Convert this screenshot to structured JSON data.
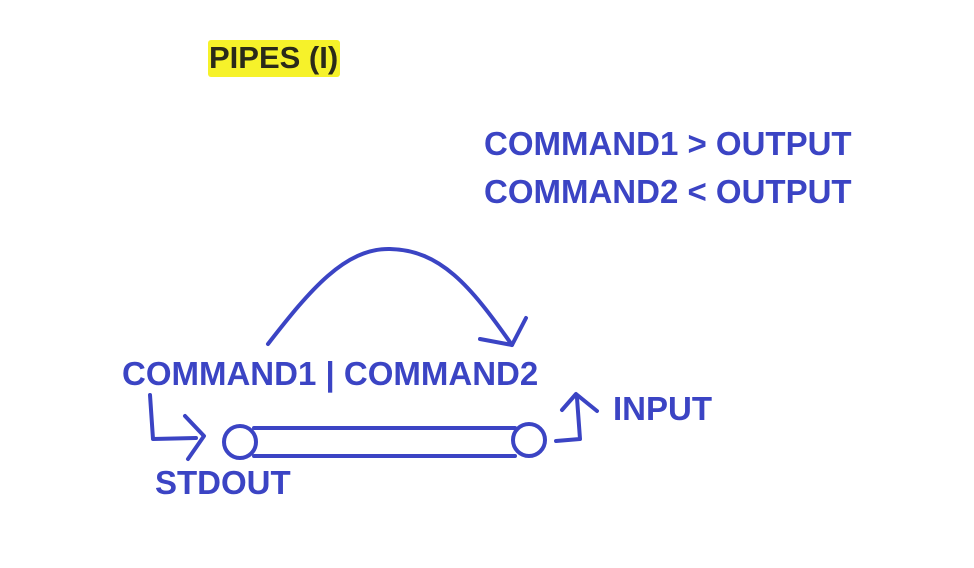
{
  "title": "PIPES (I)",
  "redirect_examples": [
    "COMMAND1 > OUTPUT",
    "COMMAND2 < OUTPUT"
  ],
  "pipe_command": "COMMAND1 | COMMAND2",
  "labels": {
    "input": "INPUT",
    "stdout": "STDOUT"
  },
  "colors": {
    "ink": "#3b44c4",
    "highlight": "#f6f22a"
  }
}
